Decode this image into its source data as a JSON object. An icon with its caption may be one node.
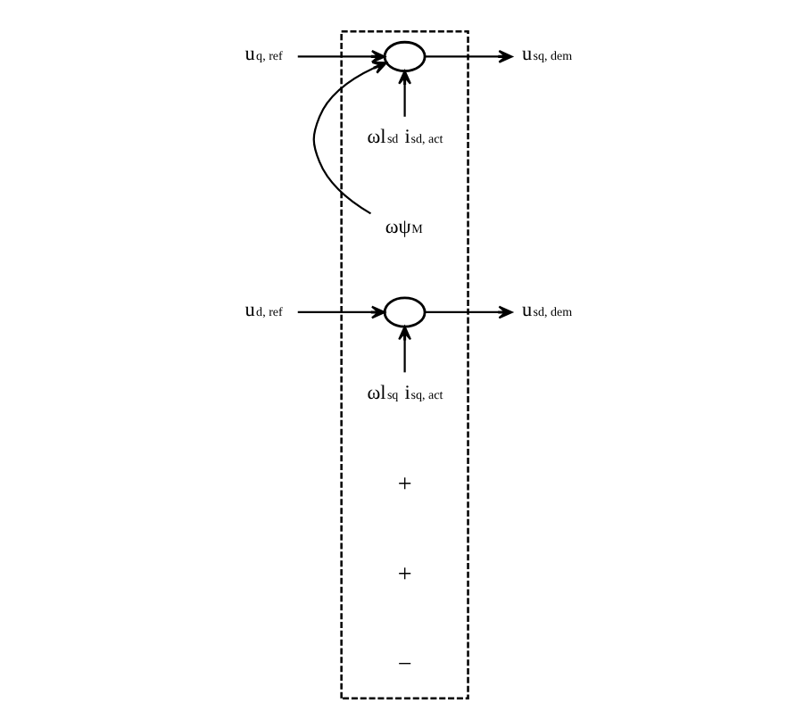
{
  "diagram": {
    "nodes": [
      {
        "text": [],
        "shape": "box"
      },
      {
        "text": [
          "ωl$_{sd}$ i$_{sd, act}$"
        ],
        "in": 0
      },
      {
        "text": [
          "u$_{q, ref}$"
        ]
      },
      {
        "text": [],
        "shape": "circle",
        "in": 0
      },
      {
        "text": [
          "u$_{sq, dem}$"
        ]
      },
      {
        "text": [
          "ωψ$_{M}$"
        ],
        "in": 0
      },
      {
        "text": [
          "u$_{d, ref}$"
        ]
      },
      {
        "text": [],
        "shape": "circle",
        "in": 0
      },
      {
        "text": [
          "u$_{sd, dem}$"
        ]
      },
      {
        "text": [
          "ωl$_{sq}$ i$_{sq, act}$"
        ],
        "in": 0
      }
    ],
    "edges": [
      {
        "from": 1,
        "to": 3,
        "arrow": "to"
      },
      {
        "from": 2,
        "to": 3,
        "arrow": "to"
      },
      {
        "from": 3,
        "to": 4,
        "arrow": "to"
      },
      {
        "from": 5,
        "to": 3,
        "arrow": "to"
      },
      {
        "from": 6,
        "to": 7,
        "arrow": "to"
      },
      {
        "from": 7,
        "to": 8,
        "arrow": "to"
      },
      {
        "from": 9,
        "to": 7,
        "arrow": "to"
      }
    ],
    "labels": [
      "+",
      "+",
      "−"
    ]
  }
}
